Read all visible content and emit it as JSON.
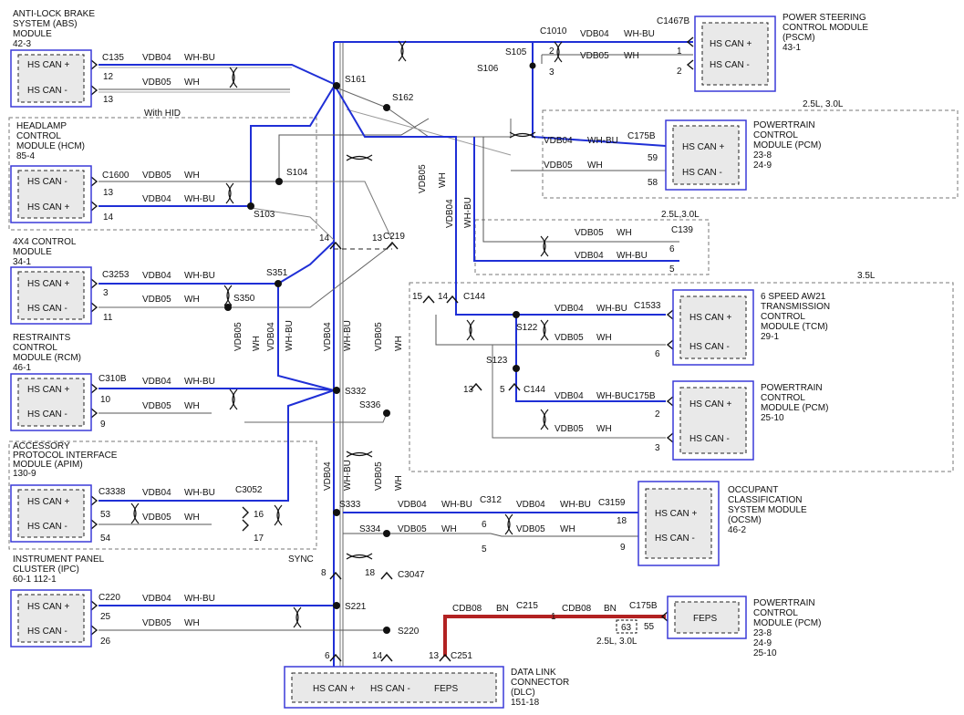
{
  "modules": {
    "abs": {
      "title": [
        "ANTI-LOCK BRAKE",
        "SYSTEM (ABS)",
        "MODULE",
        "42-3"
      ],
      "pins": [
        "HS CAN +",
        "HS CAN -"
      ]
    },
    "hcm": {
      "title": [
        "HEADLAMP",
        "CONTROL",
        "MODULE (HCM)",
        "85-4"
      ],
      "pins": [
        "HS CAN -",
        "HS CAN +"
      ]
    },
    "x4": {
      "title": [
        "4X4 CONTROL",
        "MODULE",
        "34-1"
      ],
      "pins": [
        "HS CAN +",
        "HS CAN -"
      ]
    },
    "rcm": {
      "title": [
        "RESTRAINTS",
        "CONTROL",
        "MODULE (RCM)",
        "46-1"
      ],
      "pins": [
        "HS CAN +",
        "HS CAN -"
      ]
    },
    "apim": {
      "title": [
        "ACCESSORY",
        "PROTOCOL INTERFACE",
        "MODULE (APIM)",
        "130-9"
      ],
      "pins": [
        "HS CAN +",
        "HS CAN -"
      ]
    },
    "ipc": {
      "title": [
        "INSTRUMENT PANEL",
        "CLUSTER (IPC)",
        "60-1   112-1"
      ],
      "pins": [
        "HS CAN +",
        "HS CAN -"
      ]
    },
    "pscm": {
      "title": [
        "POWER STEERING",
        "CONTROL MODULE",
        "(PSCM)",
        "43-1"
      ],
      "pins": [
        "HS CAN +",
        "HS CAN -"
      ]
    },
    "pcm1": {
      "title": [
        "POWERTRAIN",
        "CONTROL",
        "MODULE (PCM)",
        "23-8",
        "24-9"
      ],
      "pins": [
        "HS CAN +",
        "HS CAN -"
      ]
    },
    "tcm": {
      "title": [
        "6 SPEED AW21",
        "TRANSMISSION",
        "CONTROL",
        "MODULE (TCM)",
        "29-1"
      ],
      "pins": [
        "HS CAN +",
        "HS CAN -"
      ]
    },
    "pcm2": {
      "title": [
        "POWERTRAIN",
        "CONTROL",
        "MODULE (PCM)",
        "25-10"
      ],
      "pins": [
        "HS CAN +",
        "HS CAN -"
      ]
    },
    "ocsm": {
      "title": [
        "OCCUPANT",
        "CLASSIFICATION",
        "SYSTEM MODULE",
        "(OCSM)",
        "46-2"
      ],
      "pins": [
        "HS CAN +",
        "HS CAN -"
      ]
    },
    "pcm3": {
      "title": [
        "POWERTRAIN",
        "CONTROL",
        "MODULE (PCM)",
        "23-8",
        "24-9",
        "25-10"
      ],
      "pins": [
        "FEPS"
      ]
    },
    "dlc": {
      "title": [
        "DATA LINK",
        "CONNECTOR",
        "(DLC)",
        "151-18"
      ],
      "pins": [
        "HS CAN +",
        "HS CAN -",
        "FEPS"
      ]
    }
  },
  "connectors": [
    "C135",
    "C1600",
    "C3253",
    "C310B",
    "C3338",
    "C3052",
    "C220",
    "C1010",
    "C1467B",
    "C175B",
    "C139",
    "C219",
    "C144",
    "C1533",
    "C312",
    "C3159",
    "C3047",
    "C215",
    "C251"
  ],
  "splices": [
    "S161",
    "S162",
    "S105",
    "S106",
    "S104",
    "S103",
    "S351",
    "S350",
    "S332",
    "S336",
    "S333",
    "S334",
    "S221",
    "S220",
    "S122",
    "S123"
  ],
  "circuits": {
    "vdb04": "VDB04",
    "vdb05": "VDB05",
    "wh": "WH",
    "whbu": "WH-BU",
    "cdb08": "CDB08",
    "bn": "BN"
  },
  "pins": [
    "12",
    "13",
    "13",
    "14",
    "3",
    "11",
    "10",
    "9",
    "53",
    "54",
    "16",
    "17",
    "25",
    "26",
    "2",
    "3",
    "1",
    "2",
    "59",
    "58",
    "6",
    "5",
    "13",
    "14",
    "15",
    "14",
    "6",
    "2",
    "3",
    "13",
    "5",
    "18",
    "9",
    "6",
    "5",
    "8",
    "18",
    "6",
    "14",
    "13",
    "1",
    "55",
    "63"
  ],
  "notes": {
    "with_hid": "With HID",
    "variant_1": "2.5L, 3.0L",
    "variant_2": "2.5L,3.0L",
    "variant_3": "3.5L",
    "variant_4": "2.5L, 3.0L",
    "sync": "SYNC"
  },
  "colors": {
    "can_high": "#1f2fd6",
    "can_low": "#555555",
    "feps": "#b22222",
    "module_border": "#3a3ad8"
  }
}
